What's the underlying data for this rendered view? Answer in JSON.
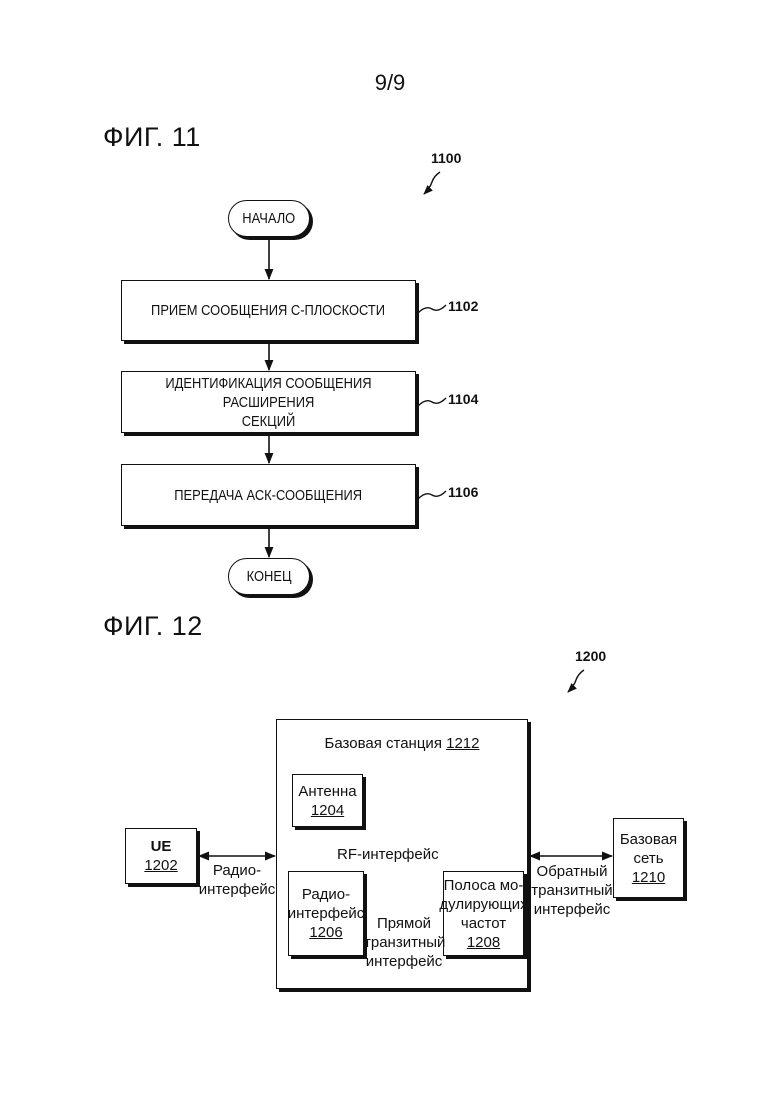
{
  "page": {
    "number": "9/9"
  },
  "fig11": {
    "title": "ФИГ. 11",
    "ref": "1100",
    "start": "НАЧАЛО",
    "end": "КОНЕЦ",
    "steps": [
      {
        "text": "ПРИЕМ СООБЩЕНИЯ С-ПЛОСКОСТИ",
        "ref": "1102"
      },
      {
        "text": "ИДЕНТИФИКАЦИЯ СООБЩЕНИЯ РАСШИРЕНИЯ\nСЕКЦИЙ",
        "ref": "1104"
      },
      {
        "text": "ПЕРЕДАЧА АСК-СООБЩЕНИЯ",
        "ref": "1106"
      }
    ]
  },
  "fig12": {
    "title": "ФИГ. 12",
    "ref": "1200",
    "base_station": {
      "label": "Базовая станция",
      "ref": "1212"
    },
    "antenna": {
      "label": "Антенна",
      "ref": "1204"
    },
    "ue": {
      "label": "UE",
      "ref": "1202"
    },
    "radio_if": {
      "line1": "Радио-",
      "line2": "интерфейс",
      "ref": "1206"
    },
    "baseband": {
      "line1": "Полоса мо-",
      "line2": "дулирующих",
      "line3": "частот",
      "ref": "1208"
    },
    "core": {
      "line1": "Базовая",
      "line2": "сеть",
      "ref": "1210"
    },
    "labels": {
      "rf": "RF-интерфейс",
      "air_line1": "Радио-",
      "air_line2": "интерфейс",
      "fronthaul_line1": "Прямой",
      "fronthaul_line2": "транзитный",
      "fronthaul_line3": "интерфейс",
      "backhaul_line1": "Обратный",
      "backhaul_line2": "транзитный",
      "backhaul_line3": "интерфейс"
    }
  }
}
